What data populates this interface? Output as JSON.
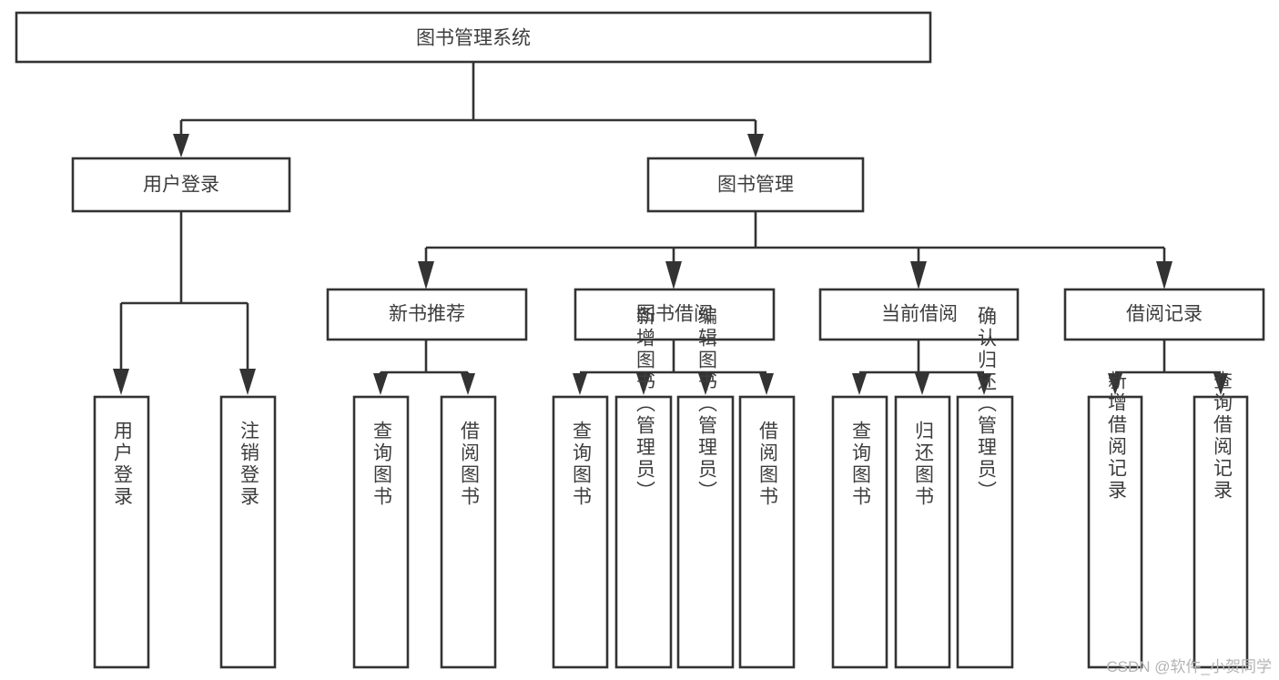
{
  "diagram": {
    "title": "图书管理系统",
    "type": "tree-hierarchy-diagram",
    "colors": {
      "stroke": "#333333",
      "fill": "#ffffff",
      "text": "#3d3d3d",
      "watermark": "#b4b4b4",
      "background": "#ffffff"
    },
    "root": {
      "label": "图书管理系统"
    },
    "level2": [
      {
        "label": "用户登录"
      },
      {
        "label": "图书管理"
      }
    ],
    "level3": [
      {
        "label": "新书推荐"
      },
      {
        "label": "图书借阅"
      },
      {
        "label": "当前借阅"
      },
      {
        "label": "借阅记录"
      }
    ],
    "leaves": {
      "user_login": [
        {
          "label": "用户登录"
        },
        {
          "label": "注销登录"
        }
      ],
      "new_book_recommend": [
        {
          "label": "查询图书"
        },
        {
          "label": "借阅图书"
        }
      ],
      "book_borrow": [
        {
          "label": "查询图书"
        },
        {
          "label": "新增图书（管理员）"
        },
        {
          "label": "编辑图书（管理员）"
        },
        {
          "label": "借阅图书"
        }
      ],
      "current_borrow": [
        {
          "label": "查询图书"
        },
        {
          "label": "归还图书"
        },
        {
          "label": "确认归还（管理员）"
        }
      ],
      "borrow_record": [
        {
          "label": "新增借阅记录"
        },
        {
          "label": "查询借阅记录"
        }
      ]
    },
    "watermark": "CSDN @软件_小贺同学"
  }
}
